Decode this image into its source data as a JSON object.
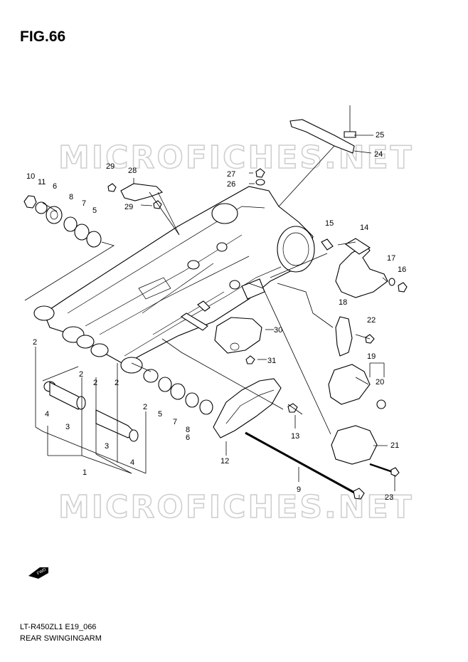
{
  "figure": {
    "title": "FIG.66"
  },
  "watermarks": [
    "MICROFICHES.NET",
    "MICROFICHES.NET"
  ],
  "callouts": [
    "1",
    "2",
    "2",
    "2",
    "2",
    "2",
    "3",
    "3",
    "4",
    "4",
    "5",
    "5",
    "6",
    "6",
    "7",
    "7",
    "8",
    "8",
    "9",
    "10",
    "11",
    "12",
    "13",
    "14",
    "15",
    "16",
    "17",
    "18",
    "19",
    "20",
    "21",
    "22",
    "23",
    "24",
    "25",
    "26",
    "27",
    "28",
    "29",
    "29",
    "30",
    "31"
  ],
  "fwd_label": "FWD",
  "footer": {
    "code": "LT-R450ZL1 E19_066",
    "name": "REAR SWINGINGARM"
  }
}
